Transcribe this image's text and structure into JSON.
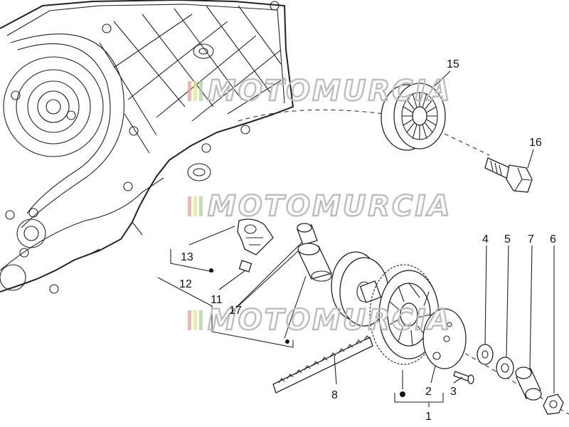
{
  "watermark": {
    "text": "MOTOMURCIA"
  },
  "callouts": {
    "p1": "1",
    "p2": "2",
    "p3": "3",
    "p4": "4",
    "p5": "5",
    "p6": "6",
    "p7": "7",
    "p8": "8",
    "p11": "11",
    "p12": "12",
    "p13": "13",
    "p15": "15",
    "p16": "16",
    "p17": "17"
  }
}
